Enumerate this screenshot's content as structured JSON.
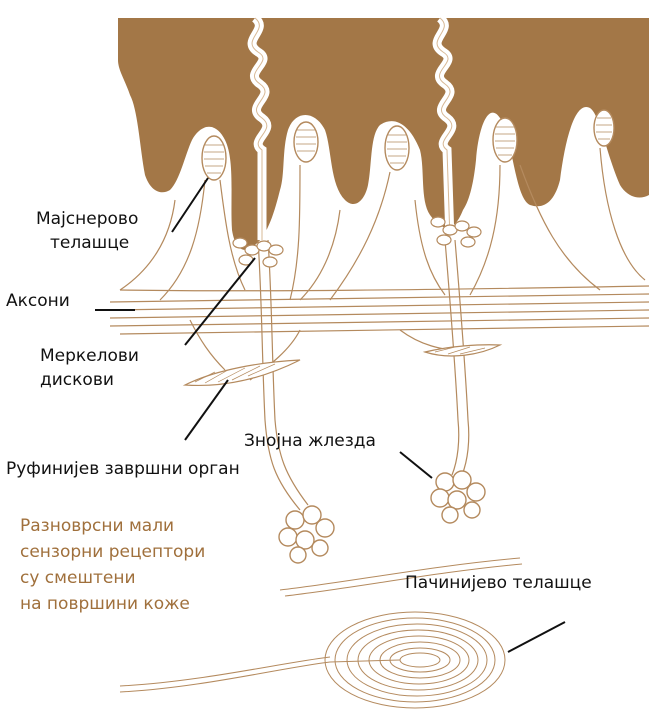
{
  "labels": {
    "meissner_line1": "Мајснерово",
    "meissner_line2": "телашце",
    "axons": "Аксони",
    "merkel_line1": "Меркелови",
    "merkel_line2": "дискови",
    "ruffini": "Руфинијев завршни орган",
    "sweat_gland": "Знојна жлезда",
    "pacinian": "Пачинијево телашце"
  },
  "caption": {
    "lines": [
      "Разноврсни мали",
      "сензорни рецептори",
      "су смештени",
      "на површини коже"
    ]
  },
  "colors": {
    "dermis": "#a37747",
    "nerve": "#b48a5e",
    "caption": "#a0703c",
    "text": "#111111"
  }
}
